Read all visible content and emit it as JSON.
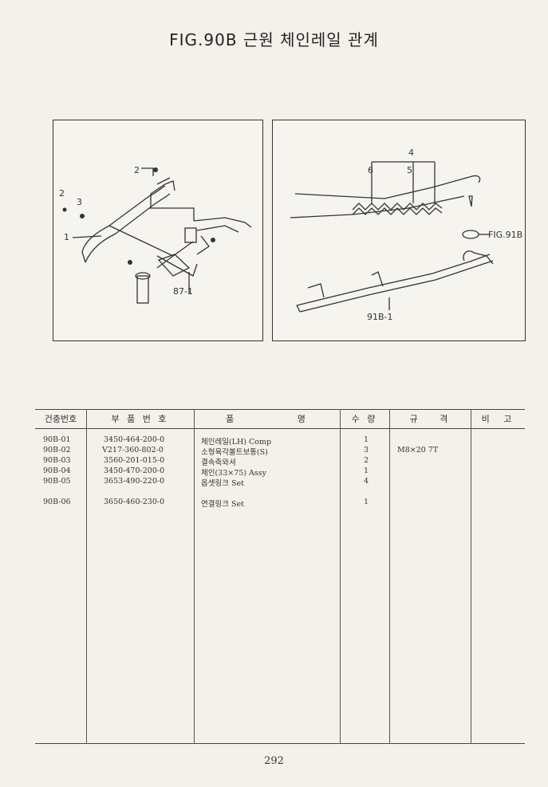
{
  "title": "FIG.90B 근원 체인레일 관계",
  "left_figure": {
    "callouts": [
      "2",
      "2",
      "3",
      "1",
      "87-1"
    ]
  },
  "right_figure": {
    "callouts": [
      "4",
      "6",
      "5",
      "FIG.91B",
      "91B-1"
    ]
  },
  "table": {
    "headers": [
      "건충번호",
      "부 품 번 호",
      "품 명",
      "수 량",
      "규 격",
      "비 고"
    ],
    "rows": [
      {
        "no": "90B-01",
        "part": "3450-464-200-0",
        "name": "체인레일(LH) Comp",
        "qty": "1",
        "spec": ""
      },
      {
        "no": "90B-02",
        "part": "V217-360-802-0",
        "name": "소형육각볼트보통(S)",
        "qty": "3",
        "spec": "M8×20 7T"
      },
      {
        "no": "90B-03",
        "part": "3560-201-015-0",
        "name": "결속축와셔",
        "qty": "2",
        "spec": ""
      },
      {
        "no": "90B-04",
        "part": "3450-470-200-0",
        "name": "체인(33×75) Assy",
        "qty": "1",
        "spec": ""
      },
      {
        "no": "90B-05",
        "part": "3653-490-220-0",
        "name": "옵셋링크 Set",
        "qty": "4",
        "spec": ""
      },
      {
        "no": "90B-06",
        "part": "3650-460-230-0",
        "name": "연결링크 Set",
        "qty": "1",
        "spec": ""
      }
    ]
  },
  "page_number": "292"
}
